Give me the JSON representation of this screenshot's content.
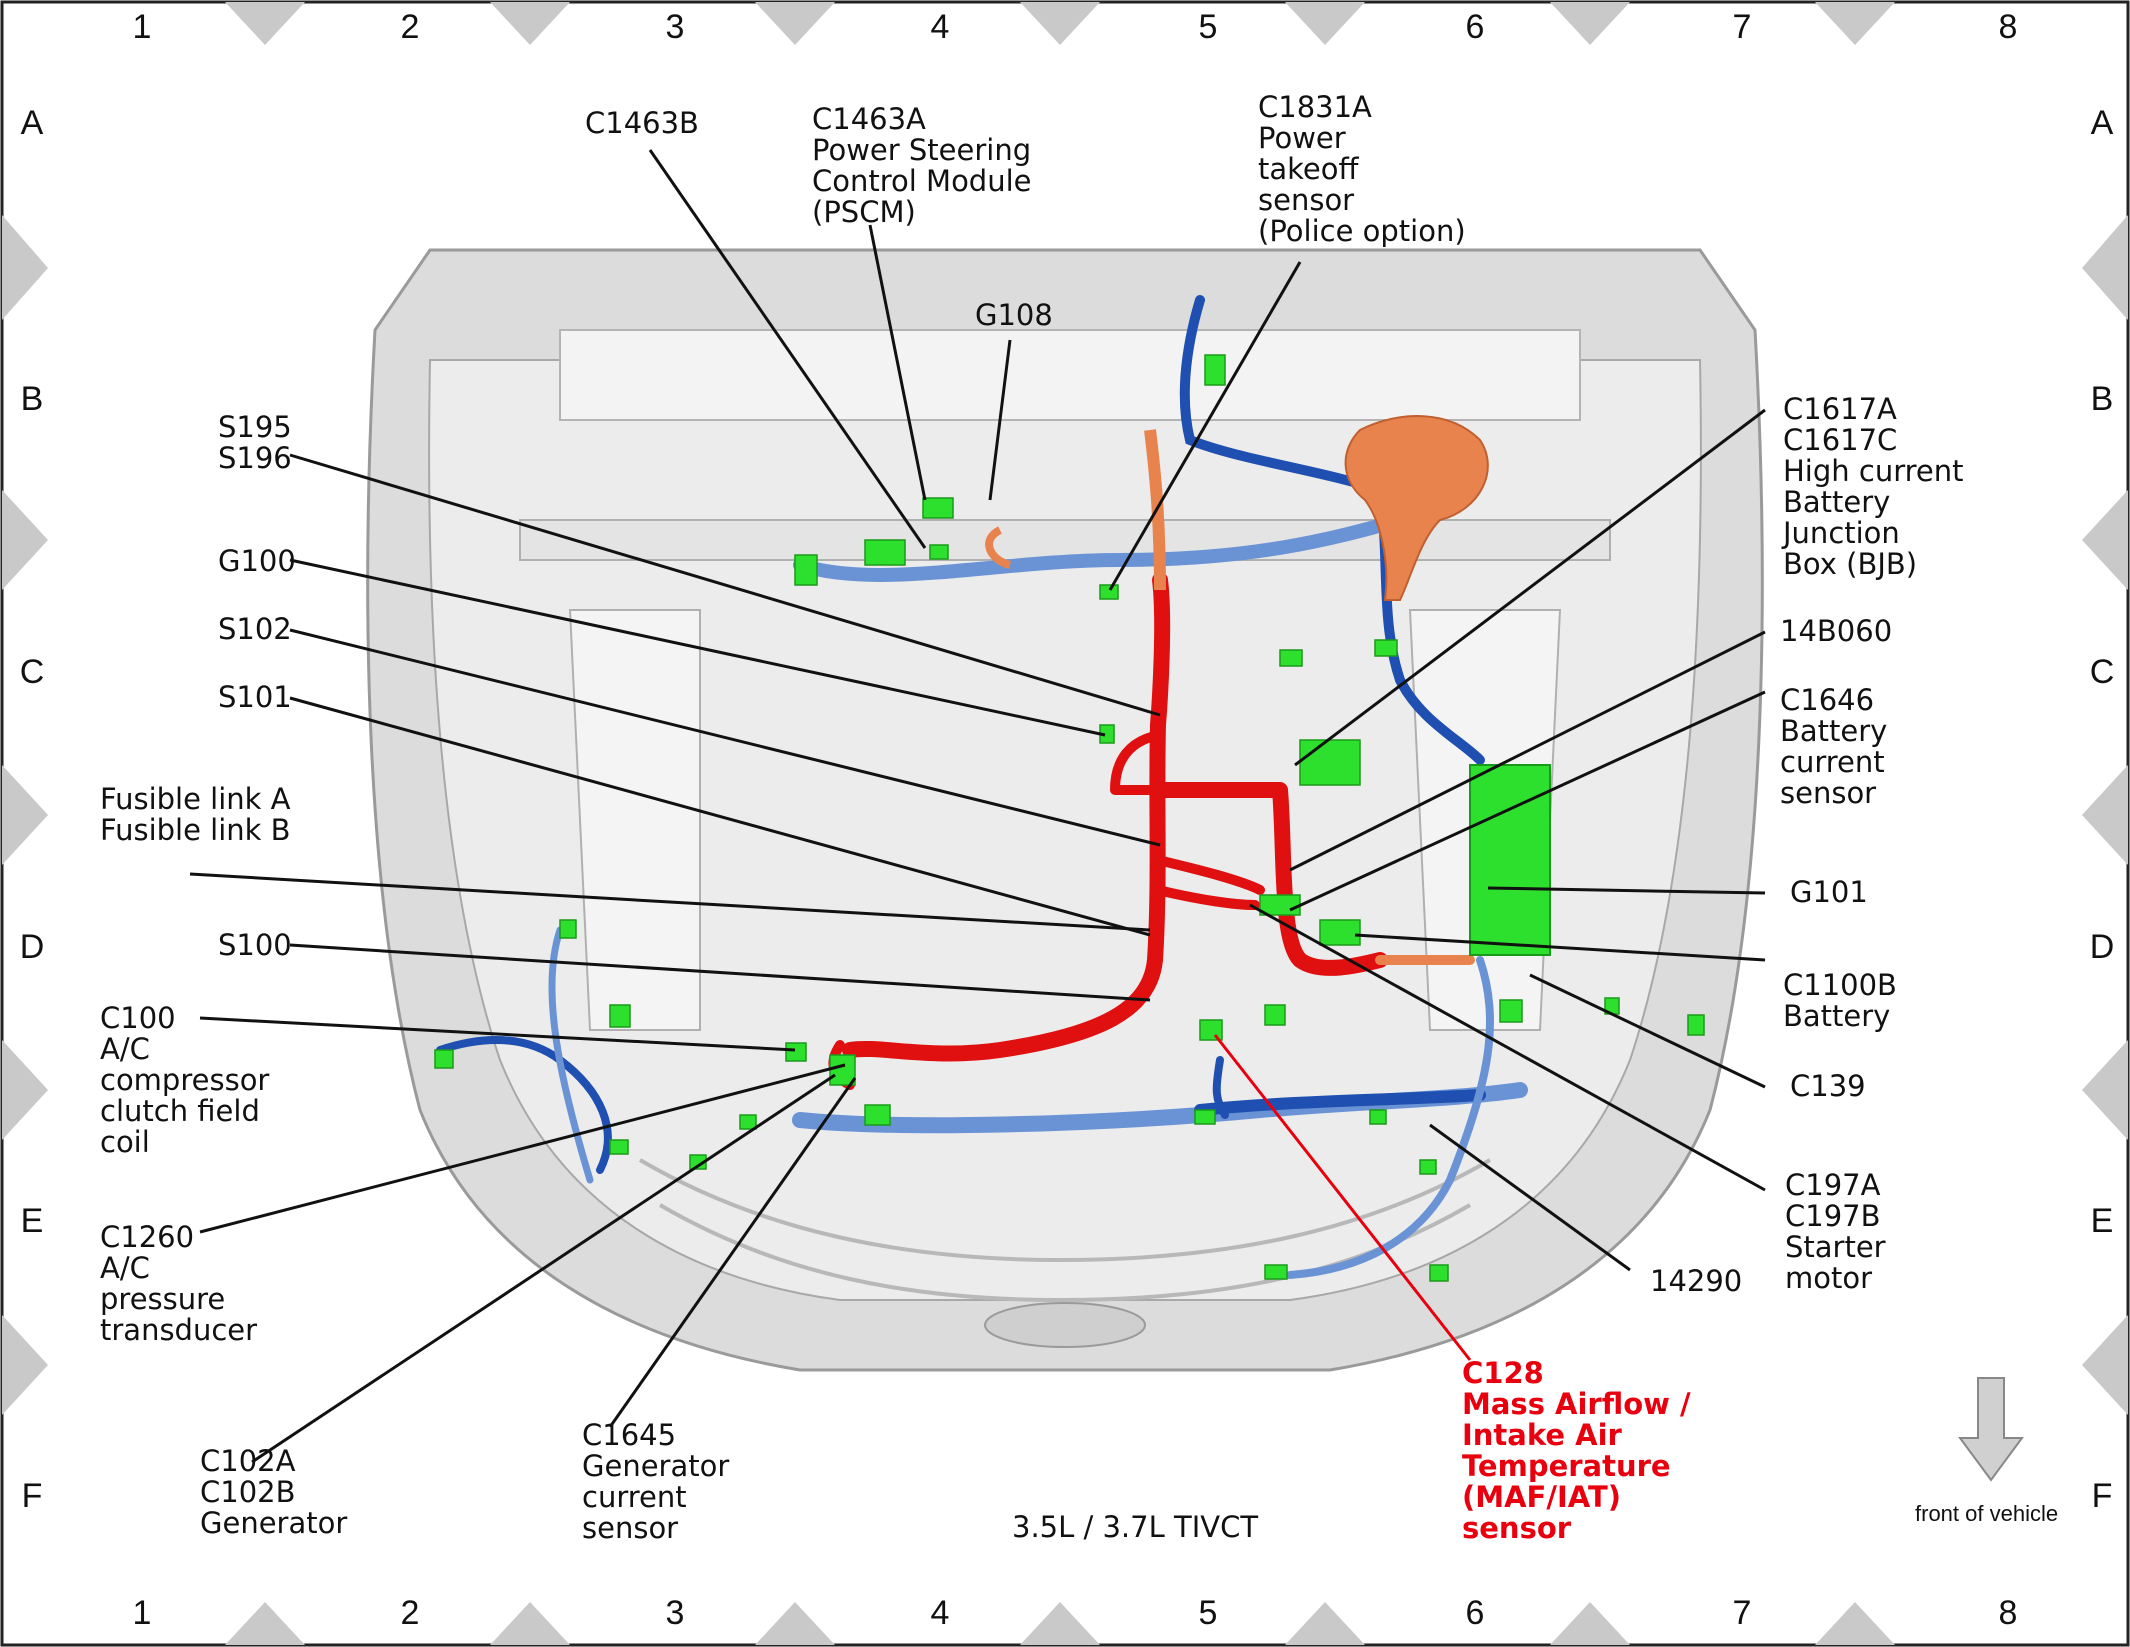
{
  "grid": {
    "columns": [
      "1",
      "2",
      "3",
      "4",
      "5",
      "6",
      "7",
      "8"
    ],
    "rows": [
      "A",
      "B",
      "C",
      "D",
      "E",
      "F"
    ]
  },
  "labels": {
    "c1463b": "C1463B",
    "c1463a": "C1463A\nPower Steering\nControl Module\n(PSCM)",
    "c1831a": "C1831A\nPower\ntakeoff\nsensor\n(Police option)",
    "g108": "G108",
    "s195": "S195\nS196",
    "g100": "G100",
    "s102": "S102",
    "s101": "S101",
    "fusible": "Fusible link A\nFusible link B",
    "s100": "S100",
    "c100": "C100\nA/C\ncompressor\nclutch field\ncoil",
    "c1260": "C1260\nA/C\npressure\ntransducer",
    "c102": "C102A\nC102B\nGenerator",
    "c1645": "C1645\nGenerator\ncurrent\nsensor",
    "engine": "3.5L / 3.7L TIVCT",
    "c128": "C128\nMass Airflow /\nIntake Air\nTemperature\n(MAF/IAT)\nsensor",
    "c1617": "C1617A\nC1617C\nHigh current\nBattery\nJunction\nBox (BJB)",
    "b14060": "14B060",
    "c1646": "C1646\nBattery\ncurrent\nsensor",
    "g101": "G101",
    "c1100b": "C1100B\nBattery",
    "c139": "C139",
    "c197": "C197A\nC197B\nStarter\nmotor",
    "n14290": "14290",
    "front": "front of vehicle"
  },
  "colors": {
    "power_harness": "#e01010",
    "harness_dark_blue": "#1f4fb0",
    "harness_light_blue": "#6a93d6",
    "connector_green": "#2ee02e",
    "bjb_orange": "#e8834e",
    "highlight_label": "#e8000f",
    "vehicle_body": "#d8d8d8"
  }
}
